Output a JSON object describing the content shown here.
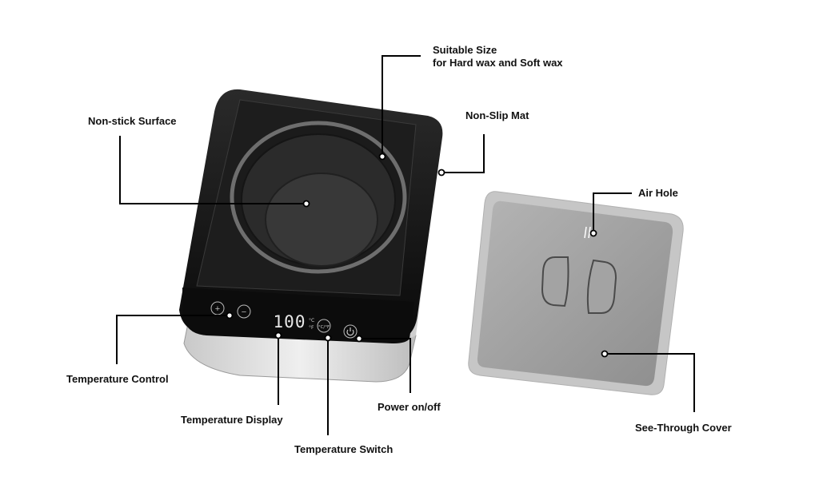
{
  "device": {
    "display_value": "100",
    "unit_celsius": "°C",
    "unit_fahrenheit": "°F",
    "unit_toggle": "°C/°F",
    "plus_symbol": "+",
    "minus_symbol": "−"
  },
  "callouts": {
    "suitable_size": {
      "line1": "Suitable Size",
      "line2": "for Hard wax and Soft wax"
    },
    "non_stick_surface": "Non-stick Surface",
    "non_slip_mat": "Non-Slip Mat",
    "air_hole": "Air Hole",
    "temperature_control": "Temperature Control",
    "temperature_display": "Temperature Display",
    "power": "Power on/off",
    "temperature_switch": "Temperature Switch",
    "see_through_cover": "See-Through Cover"
  },
  "colors": {
    "body_black": "#111111",
    "base_silver": "#d9d9d9",
    "cover_gray": "#9a9a9a",
    "line": "#000000"
  }
}
